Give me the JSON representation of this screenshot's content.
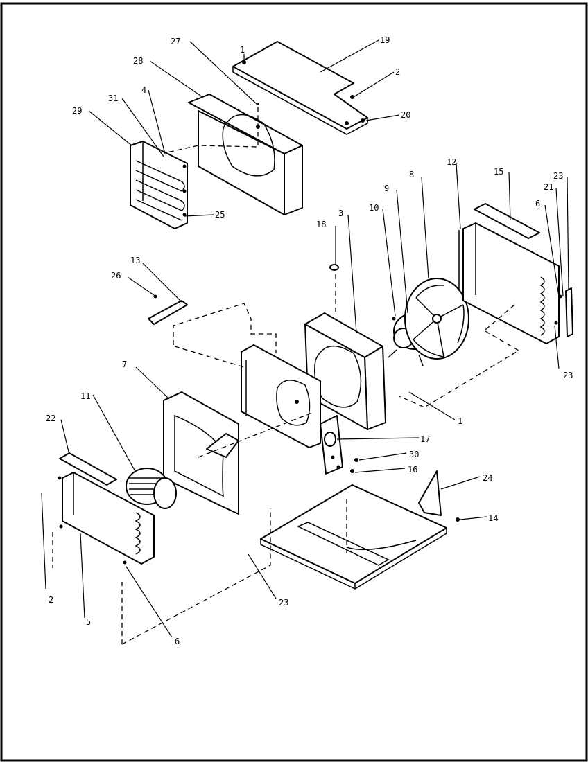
{
  "callouts": [
    {
      "id": "c27",
      "label": "27"
    },
    {
      "id": "c1a",
      "label": "1"
    },
    {
      "id": "c19",
      "label": "19"
    },
    {
      "id": "c2a",
      "label": "2"
    },
    {
      "id": "c20",
      "label": "20"
    },
    {
      "id": "c28",
      "label": "28"
    },
    {
      "id": "c31",
      "label": "31"
    },
    {
      "id": "c4",
      "label": "4"
    },
    {
      "id": "c29",
      "label": "29"
    },
    {
      "id": "c25",
      "label": "25"
    },
    {
      "id": "c12",
      "label": "12"
    },
    {
      "id": "c15",
      "label": "15"
    },
    {
      "id": "c23a",
      "label": "23"
    },
    {
      "id": "c8",
      "label": "8"
    },
    {
      "id": "c9",
      "label": "9"
    },
    {
      "id": "c21",
      "label": "21"
    },
    {
      "id": "c6a",
      "label": "6"
    },
    {
      "id": "c18",
      "label": "18"
    },
    {
      "id": "c3",
      "label": "3"
    },
    {
      "id": "c10",
      "label": "10"
    },
    {
      "id": "c13",
      "label": "13"
    },
    {
      "id": "c26",
      "label": "26"
    },
    {
      "id": "c23b",
      "label": "23"
    },
    {
      "id": "c7",
      "label": "7"
    },
    {
      "id": "c11",
      "label": "11"
    },
    {
      "id": "c1b",
      "label": "1"
    },
    {
      "id": "c22",
      "label": "22"
    },
    {
      "id": "c17",
      "label": "17"
    },
    {
      "id": "c30",
      "label": "30"
    },
    {
      "id": "c16",
      "label": "16"
    },
    {
      "id": "c24",
      "label": "24"
    },
    {
      "id": "c14",
      "label": "14"
    },
    {
      "id": "c2b",
      "label": "2"
    },
    {
      "id": "c23c",
      "label": "23"
    },
    {
      "id": "c5",
      "label": "5"
    },
    {
      "id": "c6b",
      "label": "6"
    }
  ]
}
